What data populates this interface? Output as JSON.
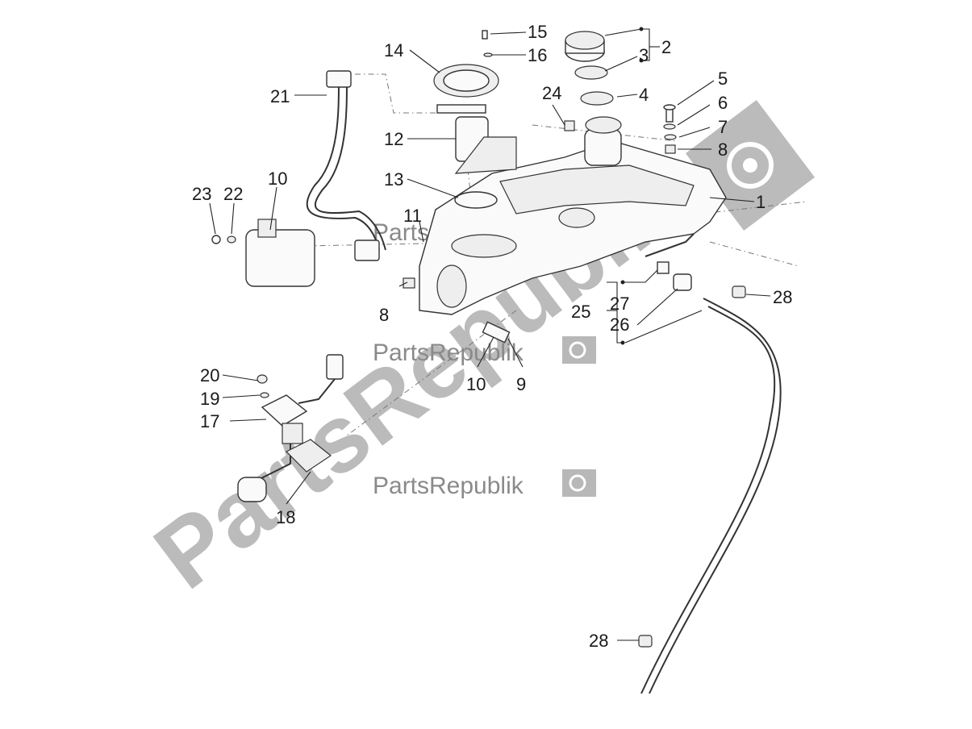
{
  "watermark": {
    "brand": "PartsRepublik",
    "color": "#b4b4b4",
    "icon": "gear-flag-icon"
  },
  "callouts": {
    "c1": "1",
    "c2": "2",
    "c3": "3",
    "c4": "4",
    "c5": "5",
    "c6": "6",
    "c7": "7",
    "c8a": "8",
    "c8b": "8",
    "c9": "9",
    "c10a": "10",
    "c10b": "10",
    "c11": "11",
    "c12": "12",
    "c13": "13",
    "c14": "14",
    "c15": "15",
    "c16": "16",
    "c17": "17",
    "c18": "18",
    "c19": "19",
    "c20": "20",
    "c21": "21",
    "c22": "22",
    "c23": "23",
    "c24": "24",
    "c25": "25",
    "c26": "26",
    "c27": "27",
    "c28a": "28",
    "c28b": "28"
  }
}
